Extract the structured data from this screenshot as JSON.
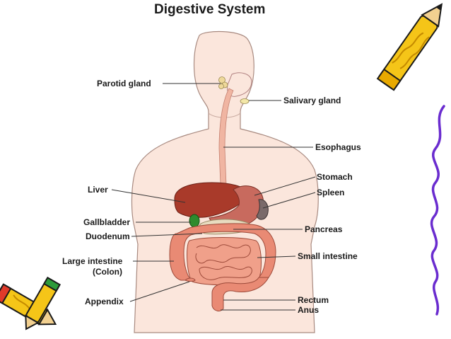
{
  "title": "Digestive System",
  "labels": {
    "parotid_gland": "Parotid gland",
    "salivary_gland": "Salivary gland",
    "esophagus": "Esophagus",
    "stomach": "Stomach",
    "spleen": "Spleen",
    "liver": "Liver",
    "gallbladder": "Gallbladder",
    "duodenum": "Duodenum",
    "pancreas": "Pancreas",
    "large_intestine": "Large intestine",
    "colon": "(Colon)",
    "small_intestine": "Small intestine",
    "appendix": "Appendix",
    "rectum": "Rectum",
    "anus": "Anus"
  },
  "colors": {
    "skin": "#fbe6dc",
    "skin_outline": "#a88a80",
    "tract": "#f0b5a2",
    "liver": "#a93a2a",
    "stomach": "#c86a5e",
    "spleen": "#7a6a6a",
    "gallbladder": "#2e8b2e",
    "pancreas": "#e8dcc0",
    "intestine": "#e98a74",
    "crayon_yellow": "#f5c518",
    "crayon_purple": "#6a2ccf"
  },
  "icons": [
    "crayon-top-right",
    "crayon-bottom-left",
    "crayon-bottom-left-2",
    "purple-squiggle"
  ]
}
